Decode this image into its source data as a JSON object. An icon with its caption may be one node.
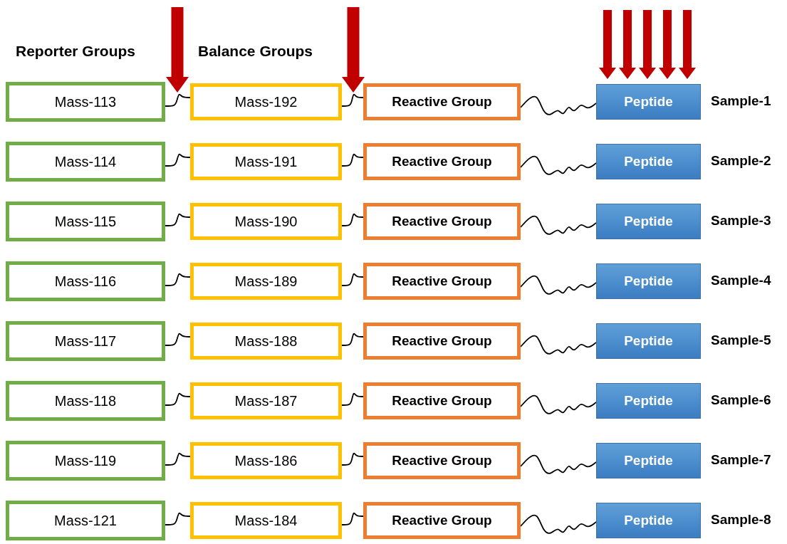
{
  "diagram": {
    "nodes": [
      {
        "text": [
          "Mass-113"
        ]
      },
      {
        "text": [
          "Mass-192"
        ]
      },
      {
        "text": [
          "Reactive Group"
        ]
      },
      {
        "text": [
          "Peptide"
        ],
        "beside": [
          "Sample-1"
        ]
      },
      {
        "text": [
          "Mass-114"
        ]
      },
      {
        "text": [
          "Mass-191"
        ]
      },
      {
        "text": [
          "Reactive Group"
        ]
      },
      {
        "text": [
          "Peptide"
        ],
        "beside": [
          "Sample-2"
        ]
      },
      {
        "text": [
          "Mass-115"
        ]
      },
      {
        "text": [
          "Mass-190"
        ]
      },
      {
        "text": [
          "Reactive Group"
        ]
      },
      {
        "text": [
          "Peptide"
        ],
        "beside": [
          "Sample-3"
        ]
      },
      {
        "text": [
          "Mass-116"
        ]
      },
      {
        "text": [
          "Mass-189"
        ]
      },
      {
        "text": [
          "Reactive Group"
        ]
      },
      {
        "text": [
          "Peptide"
        ],
        "beside": [
          "Sample-4"
        ]
      },
      {
        "text": [
          "Mass-117"
        ]
      },
      {
        "text": [
          "Mass-188"
        ]
      },
      {
        "text": [
          "Reactive Group"
        ]
      },
      {
        "text": [
          "Peptide"
        ],
        "beside": [
          "Sample-5"
        ]
      },
      {
        "text": [
          "Mass-118"
        ]
      },
      {
        "text": [
          "Mass-187"
        ]
      },
      {
        "text": [
          "Reactive Group"
        ]
      },
      {
        "text": [
          "Peptide"
        ],
        "beside": [
          "Sample-6"
        ]
      },
      {
        "text": [
          "Mass-119"
        ]
      },
      {
        "text": [
          "Mass-186"
        ]
      },
      {
        "text": [
          "Reactive Group"
        ]
      },
      {
        "text": [
          "Peptide"
        ],
        "beside": [
          "Sample-7"
        ]
      },
      {
        "text": [
          "Mass-121"
        ]
      },
      {
        "text": [
          "Mass-184"
        ]
      },
      {
        "text": [
          "Reactive Group"
        ]
      },
      {
        "text": [
          "Peptide"
        ],
        "beside": [
          "Sample-8"
        ]
      }
    ],
    "edges": [
      {
        "from": 0,
        "to": 1,
        "arrow": "none"
      },
      {
        "from": 1,
        "to": 2,
        "arrow": "none"
      },
      {
        "from": 2,
        "to": 3,
        "arrow": "none"
      },
      {
        "from": 4,
        "to": 5,
        "arrow": "none"
      },
      {
        "from": 5,
        "to": 6,
        "arrow": "none"
      },
      {
        "from": 6,
        "to": 7,
        "arrow": "none"
      },
      {
        "from": 8,
        "to": 9,
        "arrow": "none"
      },
      {
        "from": 9,
        "to": 10,
        "arrow": "none"
      },
      {
        "from": 10,
        "to": 11,
        "arrow": "none"
      },
      {
        "from": 12,
        "to": 13,
        "arrow": "none"
      },
      {
        "from": 13,
        "to": 14,
        "arrow": "none"
      },
      {
        "from": 14,
        "to": 15,
        "arrow": "none"
      },
      {
        "from": 16,
        "to": 17,
        "arrow": "none"
      },
      {
        "from": 17,
        "to": 18,
        "arrow": "none"
      },
      {
        "from": 18,
        "to": 19,
        "arrow": "none"
      },
      {
        "from": 20,
        "to": 21,
        "arrow": "none"
      },
      {
        "from": 21,
        "to": 22,
        "arrow": "none"
      },
      {
        "from": 22,
        "to": 23,
        "arrow": "none"
      },
      {
        "from": 24,
        "to": 25,
        "arrow": "none"
      },
      {
        "from": 25,
        "to": 26,
        "arrow": "none"
      },
      {
        "from": 26,
        "to": 27,
        "arrow": "none"
      },
      {
        "from": 28,
        "to": 29,
        "arrow": "none"
      },
      {
        "from": 29,
        "to": 30,
        "arrow": "none"
      },
      {
        "from": 30,
        "to": 31,
        "arrow": "none"
      }
    ],
    "labels": [
      "Reporter Groups",
      "Balance Groups"
    ]
  }
}
